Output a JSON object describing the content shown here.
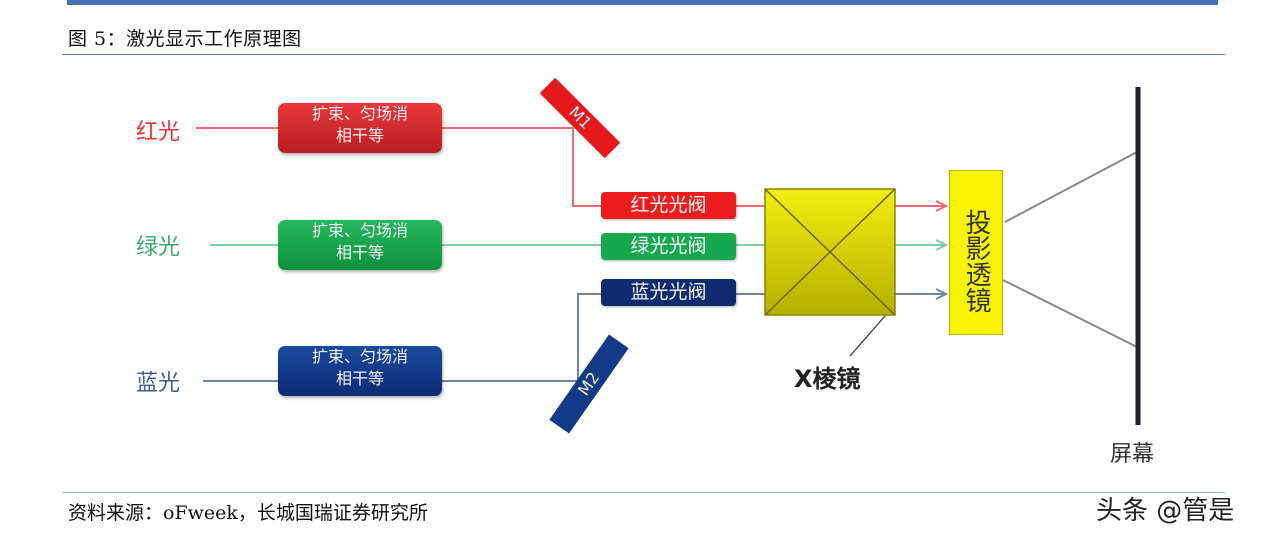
{
  "figure": {
    "title": "图 5：激光显示工作原理图",
    "source": "资料来源：oFweek，长城国瑞证券研究所",
    "watermark": "头条 @管是"
  },
  "diagram": {
    "lights": [
      {
        "label": "红光",
        "color": "#e8323c",
        "box_text_1": "扩束、匀场消",
        "box_text_2": "相干等",
        "box_color": "#d42a2f",
        "valve": "红光光阀",
        "valve_color": "#ee1c1c"
      },
      {
        "label": "绿光",
        "color": "#3aa86a",
        "box_text_1": "扩束、匀场消",
        "box_text_2": "相干等",
        "box_color": "#14a64a",
        "valve": "绿光光阀",
        "valve_color": "#16a84f"
      },
      {
        "label": "蓝光",
        "color": "#3d5f86",
        "box_text_1": "扩束、匀场消",
        "box_text_2": "相干等",
        "box_color": "#143a8c",
        "valve": "蓝光光阀",
        "valve_color": "#0e2c6e"
      }
    ],
    "mirrors": [
      {
        "label": "M1",
        "color": "#e5191c"
      },
      {
        "label": "M2",
        "color": "#123a86"
      }
    ],
    "prism_label": "X棱镜",
    "lens_label": "投影透镜",
    "screen_label": "屏幕",
    "colors": {
      "prism_fill": "#d8d400",
      "lens_fill": "#f8f400",
      "screen": "#1f2130",
      "accent_rule": "#4a72b8"
    }
  }
}
